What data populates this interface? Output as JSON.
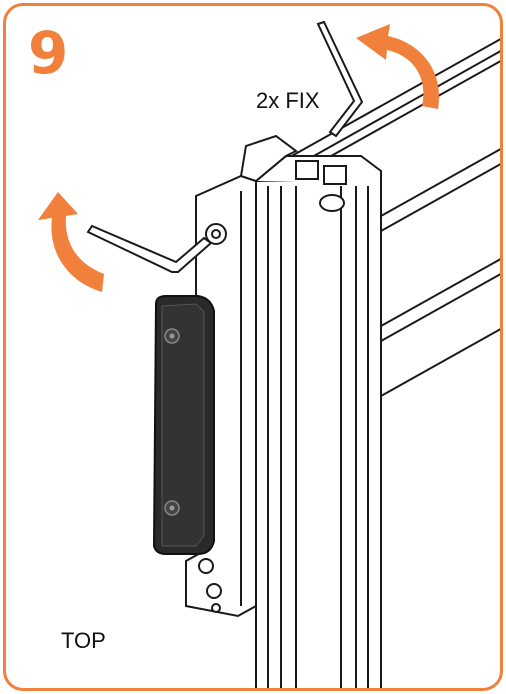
{
  "step": {
    "number": "9"
  },
  "labels": {
    "fix": "2x FIX",
    "orientation": "TOP"
  },
  "colors": {
    "accent": "#F0803C",
    "line": "#1a1a1a",
    "handle": "#2a2a2a"
  },
  "icons": [
    "allen-key-icon",
    "rotate-arrow-icon"
  ]
}
